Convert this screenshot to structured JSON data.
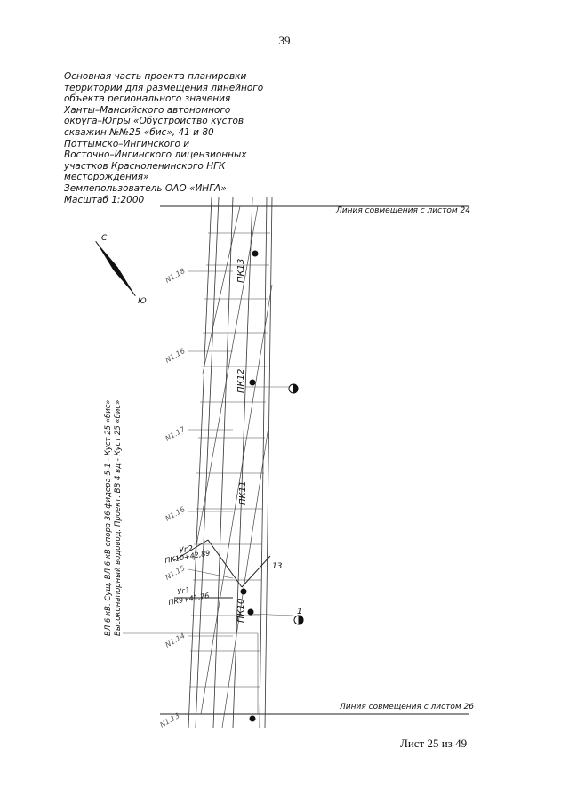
{
  "page_number": "39",
  "title_lines": [
    "Основная часть проекта планировки",
    "территории для размещения линейного",
    "объекта регионального значения",
    "Ханты–Мансийского автономного",
    "округа–Югры «Обустройство кустов",
    "скважин №№25 «бис», 41 и 80",
    "Поттымско–Ингинского и",
    "Восточно–Ингинского лицензионных",
    "участков Красноленинского НГК",
    "месторождения»"
  ],
  "land_user": "Землепользователь ОАО «ИНГА»",
  "scale": "Масштаб 1:2000",
  "match_line_top": "Линия совмещения с листом 24",
  "match_line_bottom": "Линия совмещения с листом 26",
  "compass": {
    "north": "С",
    "south": "Ю"
  },
  "pickets": [
    "ПК10",
    "ПК11",
    "ПК12",
    "ПК13"
  ],
  "angle_points": {
    "uy2": "Уг2",
    "uy2_pk": "ПК10+42,89",
    "uy1": "Уг1",
    "uy1_pk": "ПК9+41,76"
  },
  "vertical_notes": [
    "ВЛ 6 кВ. Сущ. ВЛ 6 кВ опора 36 фидера 5-1 - Куст 25 «бис»",
    "Высоконапорный водовод. Проект. ВВ 4 вд - Куст 25 «бис»"
  ],
  "point_labels": [
    "13",
    "1"
  ],
  "side_marks": [
    "N1.18",
    "N1.16",
    "N1.17",
    "N1.16",
    "N1.15",
    "N1.14",
    "N1.13"
  ],
  "footer": "Лист 25 из 49"
}
